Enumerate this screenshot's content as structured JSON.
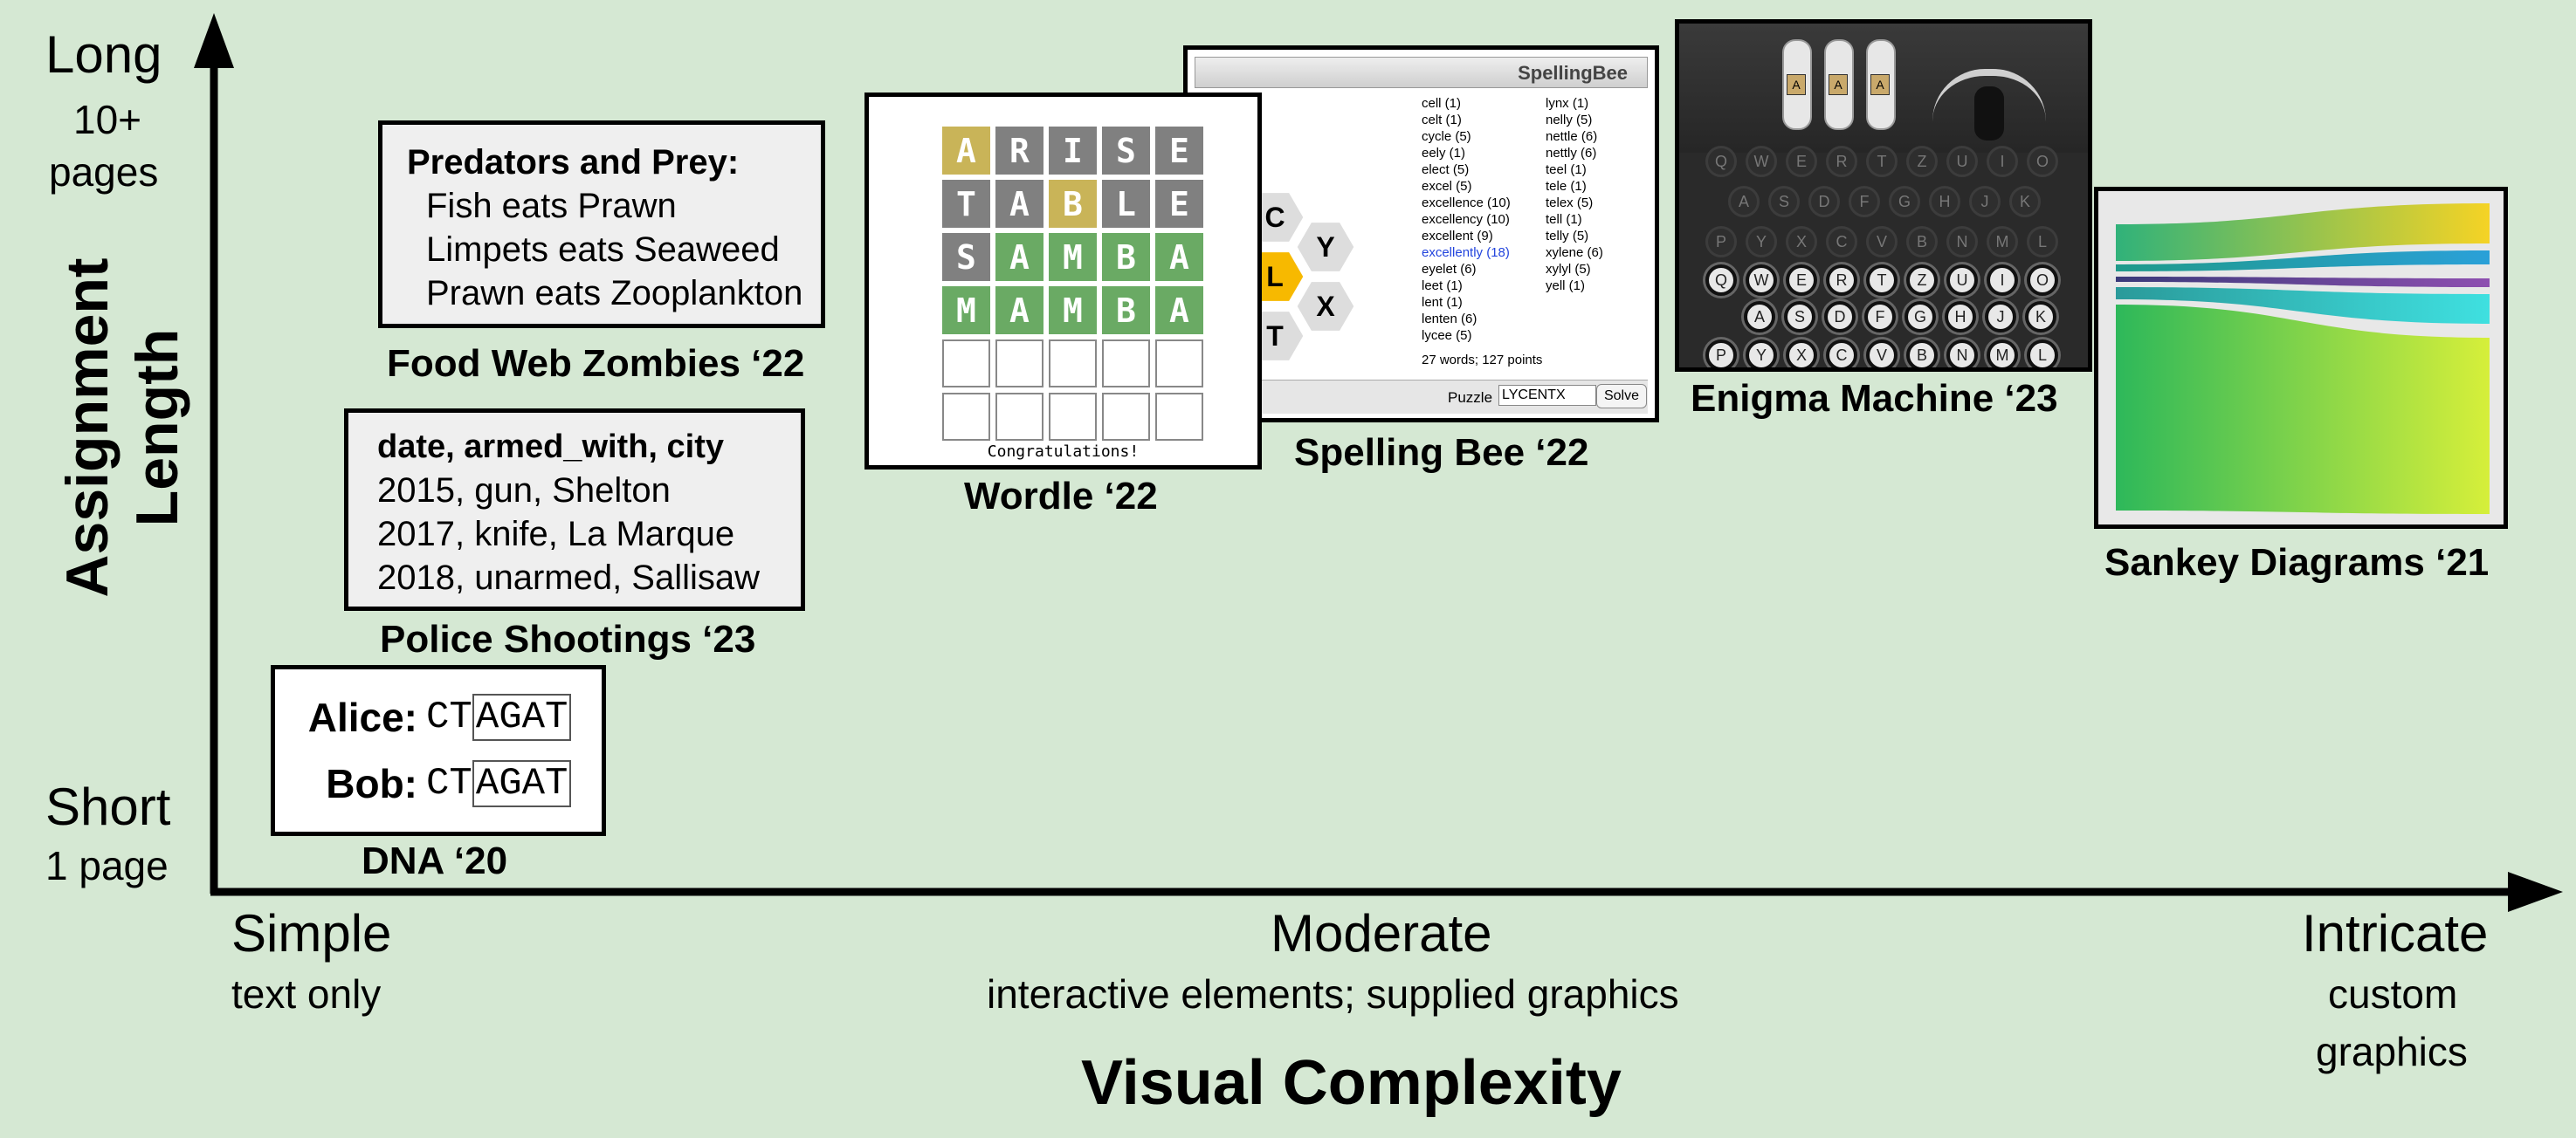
{
  "axes": {
    "y_title_1": "Assignment",
    "y_title_2": "Length",
    "y_long": "Long",
    "y_long_sub_1": "10+",
    "y_long_sub_2": "pages",
    "y_short": "Short",
    "y_short_sub": "1 page",
    "x_title": "Visual Complexity",
    "x_simple": "Simple",
    "x_simple_sub": "text only",
    "x_moderate": "Moderate",
    "x_moderate_sub": "interactive elements; supplied graphics",
    "x_intricate": "Intricate",
    "x_intricate_sub_1": "custom",
    "x_intricate_sub_2": "graphics"
  },
  "dna": {
    "caption": "DNA ‘20",
    "rows": [
      {
        "name": "Alice:",
        "prefix": "CT",
        "boxed": "AGAT"
      },
      {
        "name": "Bob:",
        "prefix": "CT",
        "boxed": "AGAT"
      }
    ]
  },
  "police": {
    "caption": "Police Shootings ‘23",
    "header": "date, armed_with, city",
    "lines": [
      "2015, gun, Shelton",
      "2017, knife, La Marque",
      "2018, unarmed, Sallisaw"
    ]
  },
  "foodweb": {
    "caption": "Food Web Zombies ‘22",
    "header": "Predators and Prey:",
    "lines": [
      "Fish eats Prawn",
      "Limpets eats Seaweed",
      "Prawn eats Zooplankton"
    ]
  },
  "wordle": {
    "caption": "Wordle ‘22",
    "message": "Congratulations!",
    "rows": [
      [
        {
          "l": "A",
          "c": "y"
        },
        {
          "l": "R",
          "c": "g"
        },
        {
          "l": "I",
          "c": "g"
        },
        {
          "l": "S",
          "c": "g"
        },
        {
          "l": "E",
          "c": "g"
        }
      ],
      [
        {
          "l": "T",
          "c": "g"
        },
        {
          "l": "A",
          "c": "g"
        },
        {
          "l": "B",
          "c": "y"
        },
        {
          "l": "L",
          "c": "g"
        },
        {
          "l": "E",
          "c": "g"
        }
      ],
      [
        {
          "l": "S",
          "c": "g"
        },
        {
          "l": "A",
          "c": "gr"
        },
        {
          "l": "M",
          "c": "gr"
        },
        {
          "l": "B",
          "c": "gr"
        },
        {
          "l": "A",
          "c": "gr"
        }
      ],
      [
        {
          "l": "M",
          "c": "gr"
        },
        {
          "l": "A",
          "c": "gr"
        },
        {
          "l": "M",
          "c": "gr"
        },
        {
          "l": "B",
          "c": "gr"
        },
        {
          "l": "A",
          "c": "gr"
        }
      ],
      [
        {
          "l": "",
          "c": "e"
        },
        {
          "l": "",
          "c": "e"
        },
        {
          "l": "",
          "c": "e"
        },
        {
          "l": "",
          "c": "e"
        },
        {
          "l": "",
          "c": "e"
        }
      ],
      [
        {
          "l": "",
          "c": "e"
        },
        {
          "l": "",
          "c": "e"
        },
        {
          "l": "",
          "c": "e"
        },
        {
          "l": "",
          "c": "e"
        },
        {
          "l": "",
          "c": "e"
        }
      ]
    ]
  },
  "spellingbee": {
    "caption": "Spelling Bee ‘22",
    "title": "SpellingBee",
    "hex_letters": {
      "center": "L",
      "top": "C",
      "top_right": "Y",
      "bottom_right": "X",
      "bottom": "T"
    },
    "words_col1": [
      "cell (1)",
      "celt (1)",
      "cycle (5)",
      "eely (1)",
      "elect (5)",
      "excel (5)",
      "excellence (10)",
      "excellency (10)",
      "excellent (9)",
      "excellently (18)",
      "eyelet (6)",
      "leet (1)",
      "lent (1)",
      "lenten (6)",
      "lycee (5)"
    ],
    "words_col2": [
      "lynx (1)",
      "nelly (5)",
      "nettle (6)",
      "nettly (6)",
      "teel (1)",
      "tele (1)",
      "telex (5)",
      "tell (1)",
      "telly (5)",
      "xylene (6)",
      "xylyl (5)",
      "yell (1)"
    ],
    "highlight_word": "excellently (18)",
    "summary": "27 words; 127 points",
    "puzzle_label": "Puzzle",
    "puzzle_value": "LYCENTX",
    "solve_label": "Solve"
  },
  "enigma": {
    "caption": "Enigma Machine ‘23",
    "rotors": [
      "A",
      "A",
      "A"
    ],
    "lamp_rows": [
      [
        "Q",
        "W",
        "E",
        "R",
        "T",
        "Z",
        "U",
        "I",
        "O"
      ],
      [
        "A",
        "S",
        "D",
        "F",
        "G",
        "H",
        "J",
        "K"
      ],
      [
        "P",
        "Y",
        "X",
        "C",
        "V",
        "B",
        "N",
        "M",
        "L"
      ]
    ],
    "key_rows": [
      [
        "Q",
        "W",
        "E",
        "R",
        "T",
        "Z",
        "U",
        "I",
        "O"
      ],
      [
        "A",
        "S",
        "D",
        "F",
        "G",
        "H",
        "J",
        "K"
      ],
      [
        "P",
        "Y",
        "X",
        "C",
        "V",
        "B",
        "N",
        "M",
        "L"
      ]
    ]
  },
  "sankey": {
    "caption": "Sankey Diagrams ‘21"
  },
  "colors": {
    "background": "#d5e8d3",
    "wordle_yellow": "#c9b458",
    "wordle_green": "#6aaa64",
    "wordle_gray": "#808080",
    "bee_center": "#f7b900"
  }
}
